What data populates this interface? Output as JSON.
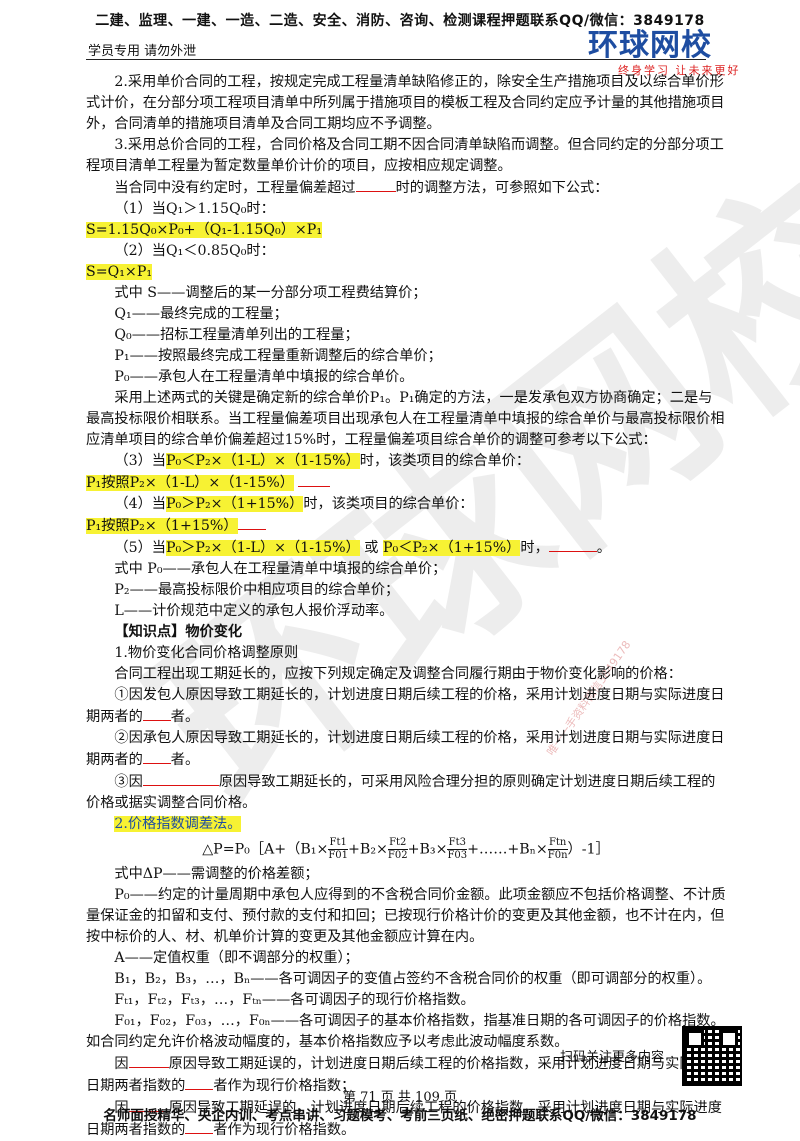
{
  "header": {
    "top_banner": "二建、监理、一建、一造、二造、安全、消防、咨询、检测课程押题联系QQ/微信：3849178",
    "left_note": "学员专用 请勿外泄",
    "logo_text": "环球网校",
    "logo_slogan": "终身学习 让未来更好"
  },
  "watermark": {
    "big": "环球网校",
    "small": "唯一一手资料微信3849178"
  },
  "body": {
    "p1": "2.采用单价合同的工程，按规定完成工程量清单缺陷修正的，除安全生产措施项目及以综合单价形式计价，在分部分项工程项目清单中所列属于措施项目的模板工程及合同约定应予计量的其他措施项目外，合同清单的措施项目清单及合同工期均应不予调整。",
    "p2": "3.采用总价合同的工程，合同价格及合同工期不因合同清单缺陷而调整。但合同约定的分部分项工程项目清单工程量为暂定数量单价计价的项目，应按相应规定调整。",
    "p3a": "当合同中没有约定时，工程量偏差超过",
    "p3b": "时的调整方法，可参照如下公式：",
    "c1": "（1）当Q₁＞1.15Q₀时：",
    "f1": "S=1.15Q₀×P₀+（Q₁-1.15Q₀）×P₁",
    "c2": "（2）当Q₁＜0.85Q₀时：",
    "f2": "S=Q₁×P₁",
    "d1": "式中 S——调整后的某一分部分项工程费结算价；",
    "d2": "Q₁——最终完成的工程量；",
    "d3": "Q₀——招标工程量清单列出的工程量；",
    "d4": "P₁——按照最终完成工程量重新调整后的综合单价；",
    "d5": "P₀——承包人在工程量清单中填报的综合单价。",
    "p4": "采用上述两式的关键是确定新的综合单价P₁。P₁确定的方法，一是发承包双方协商确定；二是与最高投标限价相联系。当工程量偏差项目出现承包人在工程量清单中填报的综合单价与最高投标限价相应清单项目的综合单价偏差超过15%时，工程量偏差项目综合单价的调整可参考以下公式：",
    "c3a": "（3）当",
    "c3h": "P₀＜P₂×（1-L）×（1-15%）",
    "c3b": "时，该类项目的综合单价：",
    "f3": "P₁按照P₂×（1-L）×（1-15%）",
    "c4a": "（4）当",
    "c4h": "P₀＞P₂×（1+15%）",
    "c4b": "时，该类项目的综合单价：",
    "f4": "P₁按照P₂×（1+15%）",
    "c5a": "（5）当",
    "c5h1": "P₀＞P₂×（1-L）×（1-15%）",
    "c5b": "或",
    "c5h2": "P₀＜P₂×（1+15%）",
    "c5c": "时，",
    "c5d": "。",
    "d6": "式中 P₀——承包人在工程量清单中填报的综合单价；",
    "d7": "P₂——最高投标限价中相应项目的综合单价；",
    "d8": "L——计价规范中定义的承包人报价浮动率。",
    "kp": "【知识点】物价变化",
    "s1": "1.物价变化合同价格调整原则",
    "s1p": "合同工程出现工期延长的，应按下列规定确定及调整合同履行期由于物价变化影响的价格：",
    "r1a": "①因发包人原因导致工期延长的，计划进度日期后续工程的价格，采用计划进度日期与实际进度日期两者的",
    "r1b": "者。",
    "r2a": "②因承包人原因导致工期延长的，计划进度日期后续工程的价格，采用计划进度日期与实际进度日期两者的",
    "r2b": "者。",
    "r3a": "③因",
    "r3b": "原因导致工期延长的，可采用风险合理分担的原则确定计划进度日期后续工程的价格或据实调整合同价格。",
    "s2": "2.价格指数调差法。",
    "formula_lhs": "△P=P₀［A+（B₁×",
    "formula_f1n": "Ft1",
    "formula_f1d": "F01",
    "formula_m1": "+B₂×",
    "formula_f2n": "Ft2",
    "formula_f2d": "F02",
    "formula_m2": "+B₃×",
    "formula_f3n": "Ft3",
    "formula_f3d": "F03",
    "formula_m3": "+……+Bₙ×",
    "formula_fnn": "Ftn",
    "formula_fnd": "F0n",
    "formula_end": "）-1］",
    "e1": "式中ΔP——需调整的价格差额；",
    "e2": "P₀——约定的计量周期中承包人应得到的不含税合同价金额。此项金额应不包括价格调整、不计质量保证金的扣留和支付、预付款的支付和扣回；已按现行价格计价的变更及其他金额，也不计在内，但按中标价的人、材、机单价计算的变更及其他金额应计算在内。",
    "e3": "A——定值权重（即不调部分的权重）；",
    "e4": "B₁，B₂，B₃，…，Bₙ——各可调因子的变值占签约不含税合同价的权重（即可调部分的权重）。",
    "e5": "Fₜ₁，Fₜ₂，Fₜ₃，…，Fₜₙ——各可调因子的现行价格指数。",
    "e6": "F₀₁，F₀₂，F₀₃，…，F₀ₙ——各可调因子的基本价格指数，指基准日期的各可调因子的价格指数。如合同约定允许价格波动幅度的，基本价格指数应予以考虑此波动幅度系数。",
    "g1a": "因",
    "g1b": "原因导致工期延误的，计划进度日期后续工程的价格指数，采用计划进度日期与实际进度日期两者指数的",
    "g1c": "者作为现行价格指数；",
    "g2a": "因",
    "g2b": "原因导致工期延误的，计划进度日期后续工程的价格指数，采用计划进度日期与实际进度日期两者指数的",
    "g2c": "者作为现行价格指数。"
  },
  "footer": {
    "qr_caption": "扫码关注更多内容",
    "page_number": "第 71 页 共 109 页",
    "bottom_banner": "名师面授精华、央企内训、考点串讲、习题模考、考前三页纸、绝密押题联系QQ/微信：3849178"
  }
}
